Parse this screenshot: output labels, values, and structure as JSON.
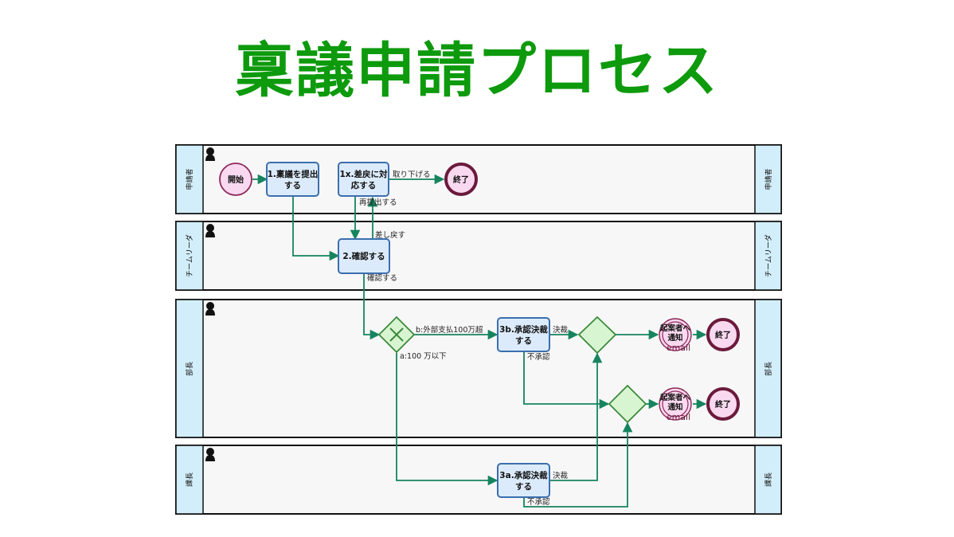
{
  "title": "稟議申請プロセス",
  "lanes": {
    "applicant": "申請者",
    "leader": "チームリーダ",
    "director": "部長",
    "manager": "課長"
  },
  "events": {
    "start": "開始",
    "end_applicant": "終了",
    "end_director_1": "終了",
    "end_director_2": "終了"
  },
  "tasks": {
    "submit": [
      "1.稟議を提出",
      "する"
    ],
    "respond": [
      "1x.差戻に対",
      "応する"
    ],
    "confirm": [
      "2.確認する"
    ],
    "approve_director": [
      "3b.承認決裁",
      "する"
    ],
    "approve_manager": [
      "3a.承認決裁",
      "する"
    ]
  },
  "notify": {
    "line1": "起案者へ",
    "line2": "通知",
    "sub": "email"
  },
  "flow_labels": {
    "withdraw": "取り下げる",
    "resubmit": "再提出する",
    "return": "差し戻す",
    "confirmed": "確認する",
    "over_100": "b:外部支払100万超",
    "under_100": "a:100 万以下",
    "approved_b": "決裁",
    "rejected_b": "不承認",
    "approved_a": "決裁",
    "rejected_a": "不承認"
  },
  "colors": {
    "title": "#0d9a0d",
    "flow": "#16845f",
    "task_fill": "#dcebfb",
    "task_border": "#3b6fae",
    "lane_label_bg": "#d2eefa",
    "gateway_fill": "#d8f5d2",
    "event_fill": "#f9d9f0",
    "event_border": "#6b1a3c"
  }
}
